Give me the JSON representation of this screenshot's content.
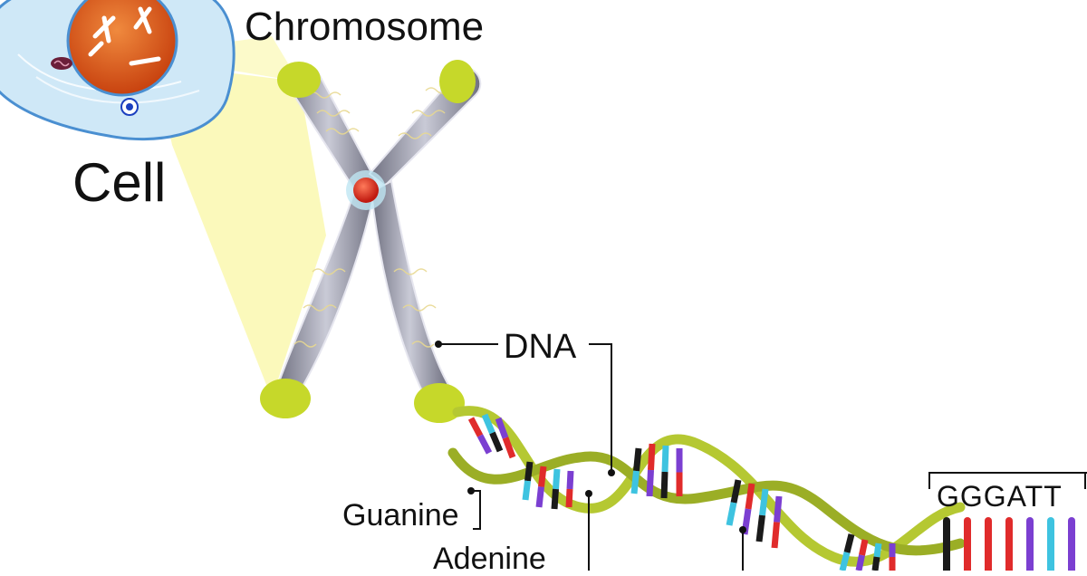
{
  "labels": {
    "chromosome": "Chromosome",
    "cell": "Cell",
    "dna": "DNA",
    "guanine": "Guanine",
    "adenine": "Adenine",
    "sequence": "GGGATT"
  },
  "colors": {
    "cell_body": "#cfe8f7",
    "cell_outline": "#4a8fd1",
    "nucleus": "#e0601f",
    "projection": "#fbf8b4",
    "chromosome_body": "#8c8c96",
    "chromosome_tip": "#c6d82a",
    "centromere": "#e3301c",
    "helix_strand": "#b5c832",
    "base_red": "#e02b2b",
    "base_cyan": "#3ec3e0",
    "base_purple": "#7b3fd1",
    "base_black": "#1a1a1a",
    "leader": "#111111"
  },
  "icons": [
    "cell-illustration",
    "chromosome-illustration",
    "dna-helix-illustration",
    "centrosome-icon",
    "mitochondrion-icon"
  ]
}
